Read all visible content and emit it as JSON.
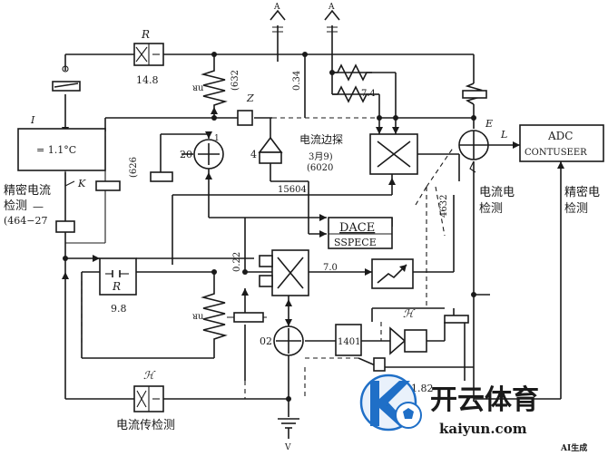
{
  "labels": {
    "r_top": "R",
    "r_top_value": "14.8",
    "r_mid": "R",
    "r_mid_value": "9.8",
    "i_label": "I",
    "sensor_temp": "= 1.1°C",
    "k_label": "K",
    "lbl_632": "(632",
    "z_label": "Z",
    "v_034": "0.34",
    "v_74": "7.4",
    "e_label": "E",
    "l_label": "L",
    "v_20": "20",
    "v_4": "4",
    "sum_label": "电流边探",
    "sum_sub1": "3月9)",
    "sum_sub2": "(6020",
    "l_626": "(626",
    "v_15604": "15604",
    "v_022": "0.22",
    "v_70": "7.0",
    "lbl_02": "02",
    "lbl_1401": "1401",
    "lbl_xc1": "ℋ",
    "lbl_xc2": "ℋ",
    "lbl_4632": "4632",
    "lbl_mid_marker": "1",
    "lbl_1182": "11.82",
    "ground": "V",
    "sup_a1": "A",
    "sup_a2": "A",
    "lbl_ru1": "ᴚu",
    "lbl_ru2": "ᴚu"
  },
  "blocks": {
    "adc_line1": "ADC",
    "adc_line2": "CONTUSEER",
    "dace_line1": "DACE",
    "dace_line2": "SSPECE"
  },
  "annotations": {
    "left_title_line1": "精密电流",
    "left_title_line2": "检测",
    "left_dash": "—",
    "left_code": "(464−27",
    "mid_right_line1": "电流电",
    "mid_right_line2": "检测",
    "right_line1": "精密电",
    "right_line2": "检测",
    "bottom_label": "电流传检测"
  },
  "watermark": {
    "logo_letter": "K",
    "brand_cn": "开云体育",
    "brand_url": "kaiyun.com",
    "corner": "AI生成"
  }
}
